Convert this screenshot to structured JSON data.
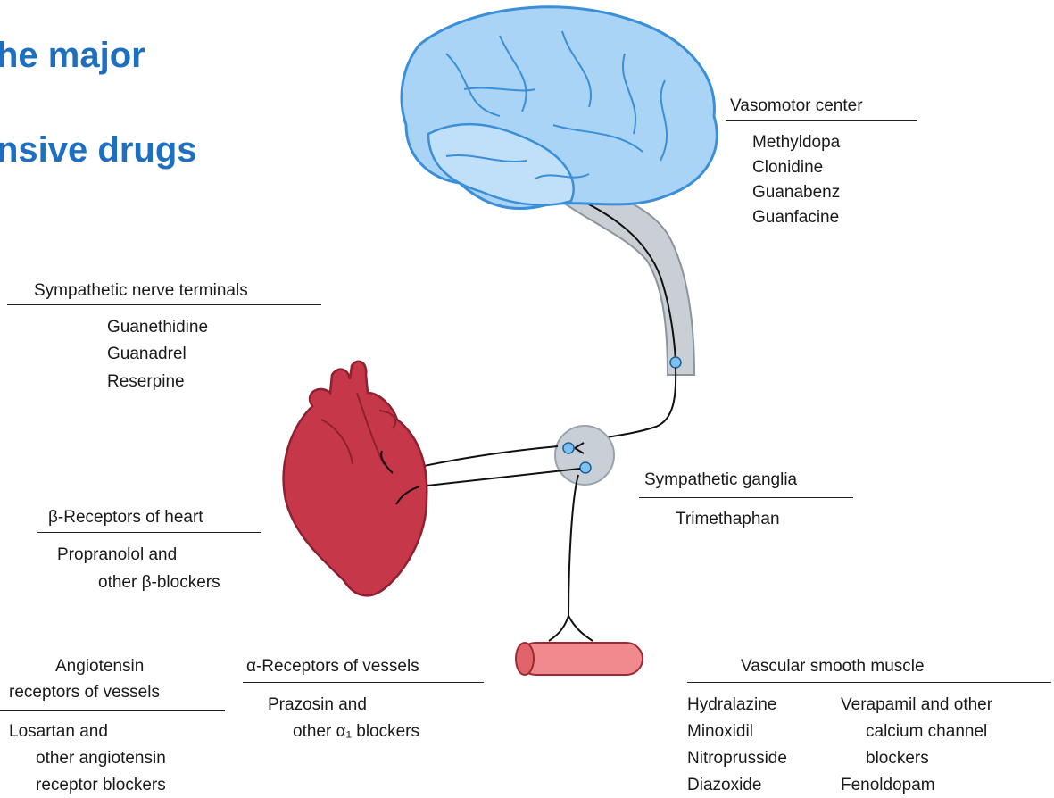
{
  "title": {
    "line1": "he major",
    "line2": "nsive drugs"
  },
  "sites": {
    "vasomotor": {
      "heading": "Vasomotor center",
      "drugs": [
        "Methyldopa",
        "Clonidine",
        "Guanabenz",
        "Guanfacine"
      ]
    },
    "nerve_terminals": {
      "heading": "Sympathetic nerve terminals",
      "drugs": [
        "Guanethidine",
        "Guanadrel",
        "Reserpine"
      ]
    },
    "ganglia": {
      "heading": "Sympathetic ganglia",
      "drugs": [
        "Trimethaphan"
      ]
    },
    "beta_heart": {
      "heading": "β-Receptors of heart",
      "drugs": [
        "Propranolol and",
        "other β-blockers"
      ]
    },
    "angiotensin": {
      "heading_line1": "Angiotensin",
      "heading_line2": "receptors of vessels",
      "drugs": [
        "Losartan and",
        "other angiotensin",
        "receptor blockers"
      ]
    },
    "alpha_vessels": {
      "heading": "α-Receptors of vessels",
      "drugs": [
        "Prazosin and",
        "other α₁ blockers"
      ]
    },
    "vascular_smooth_muscle": {
      "heading": "Vascular smooth muscle",
      "drugs_left": [
        "Hydralazine",
        "Minoxidil",
        "Nitroprusside",
        "Diazoxide"
      ],
      "drugs_right": [
        "Verapamil and other",
        "calcium channel",
        "blockers",
        "Fenoldopam"
      ]
    }
  },
  "colors": {
    "title": "#1f6fc0",
    "brain": "#a9d4f5",
    "brain_outline": "#3b8fd8",
    "heart": "#c7374a",
    "vessel": "#f08a8e",
    "ganglion": "#c8cfd6",
    "node": "#7ec1f0"
  }
}
